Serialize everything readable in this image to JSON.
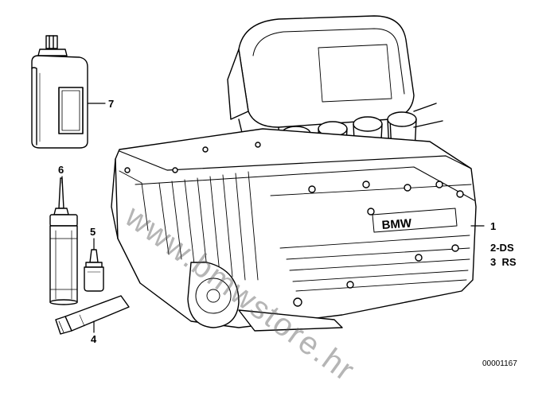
{
  "callouts": {
    "c1": "1",
    "c2": "2-DS",
    "c3": "3  RS",
    "c4": "4",
    "c5": "5",
    "c6": "6",
    "c7": "7"
  },
  "engine_badge": "BMW",
  "watermark": "www.bmwstore.hr",
  "doc_number": "00001167",
  "colors": {
    "line": "#000000",
    "background": "#ffffff",
    "watermark": "#5a5a5a"
  }
}
